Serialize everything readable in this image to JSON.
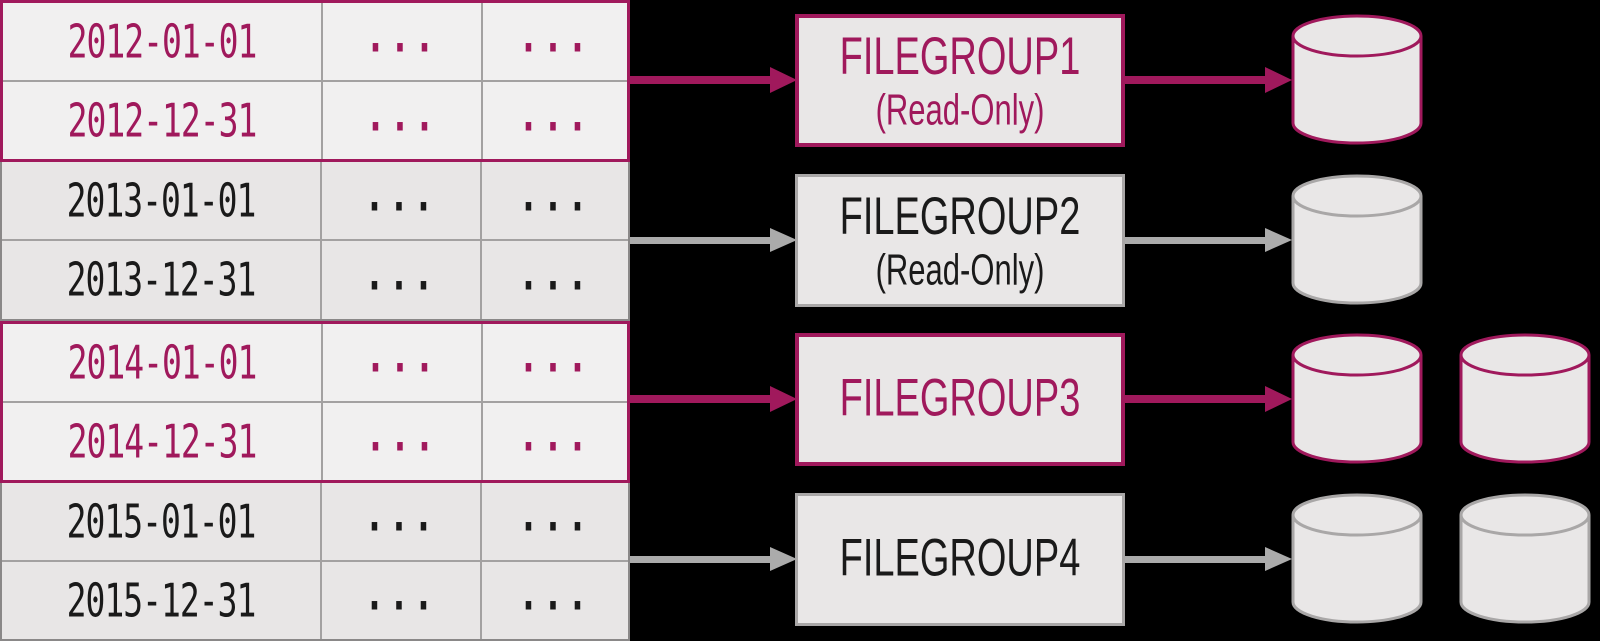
{
  "colors": {
    "background": "#000000",
    "accent": "#A0195C",
    "row_light": "#F1F0F0",
    "row_dark": "#E8E6E6",
    "box_fill": "#E9E7E7",
    "grid_line": "#A3A1A1",
    "dark_border": "#8A8888",
    "gray_border": "#A9A7A7",
    "arrow_gray": "#ABABAB",
    "text_dark": "#1A1A1A"
  },
  "table": {
    "rows": [
      {
        "date": "2012-01-01",
        "col2": "...",
        "col3": "...",
        "group": "pink"
      },
      {
        "date": "2012-12-31",
        "col2": "...",
        "col3": "...",
        "group": "pink"
      },
      {
        "date": "2013-01-01",
        "col2": "...",
        "col3": "...",
        "group": "gray"
      },
      {
        "date": "2013-12-31",
        "col2": "...",
        "col3": "...",
        "group": "gray"
      },
      {
        "date": "2014-01-01",
        "col2": "...",
        "col3": "...",
        "group": "pink"
      },
      {
        "date": "2014-12-31",
        "col2": "...",
        "col3": "...",
        "group": "pink"
      },
      {
        "date": "2015-01-01",
        "col2": "...",
        "col3": "...",
        "group": "gray"
      },
      {
        "date": "2015-12-31",
        "col2": "...",
        "col3": "...",
        "group": "gray"
      }
    ]
  },
  "filegroups": [
    {
      "label": "FILEGROUP1",
      "sublabel": "(Read-Only)",
      "style": "pink",
      "disks": 1
    },
    {
      "label": "FILEGROUP2",
      "sublabel": "(Read-Only)",
      "style": "gray",
      "disks": 1
    },
    {
      "label": "FILEGROUP3",
      "sublabel": "",
      "style": "pink",
      "disks": 2
    },
    {
      "label": "FILEGROUP4",
      "sublabel": "",
      "style": "gray",
      "disks": 2
    }
  ],
  "icons": {
    "arrow": "arrow-right-icon",
    "disk": "database-cylinder-icon"
  }
}
